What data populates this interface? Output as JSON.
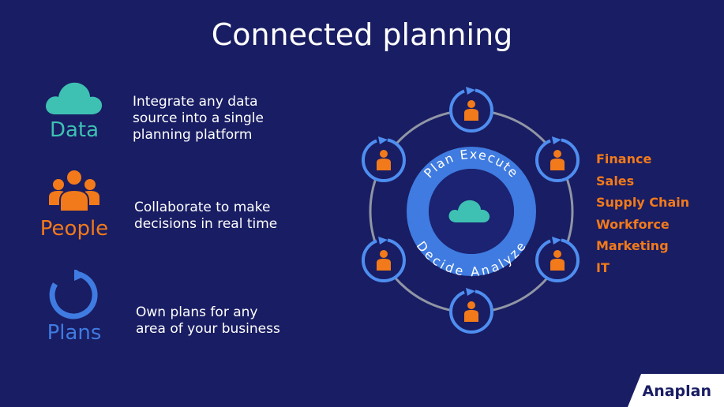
{
  "title": "Connected planning",
  "colors": {
    "background": "#191d63",
    "teal": "#3ec1b2",
    "orange": "#f27a1a",
    "blue": "#3f7be0",
    "blue_light": "#4e8ef0",
    "ring_gray": "#9096a4"
  },
  "pillars": [
    {
      "label": "Data",
      "icon": "cloud-icon",
      "description_lines": [
        "Integrate any data",
        "source into a single",
        "planning platform"
      ]
    },
    {
      "label": "People",
      "icon": "people-group-icon",
      "description_lines": [
        "Collaborate to make",
        "decisions in real time"
      ]
    },
    {
      "label": "Plans",
      "icon": "cycle-arrow-icon",
      "description_lines": [
        "Own plans for any",
        "area of your business"
      ]
    }
  ],
  "cycle": {
    "center_icon": "cloud-icon",
    "stages": [
      "Plan",
      "Execute",
      "Analyze",
      "Decide"
    ],
    "node_icon": "person-icon",
    "node_count": 6
  },
  "functions": [
    "Finance",
    "Sales",
    "Supply Chain",
    "Workforce",
    "Marketing",
    "IT"
  ],
  "logo": "Anaplan"
}
